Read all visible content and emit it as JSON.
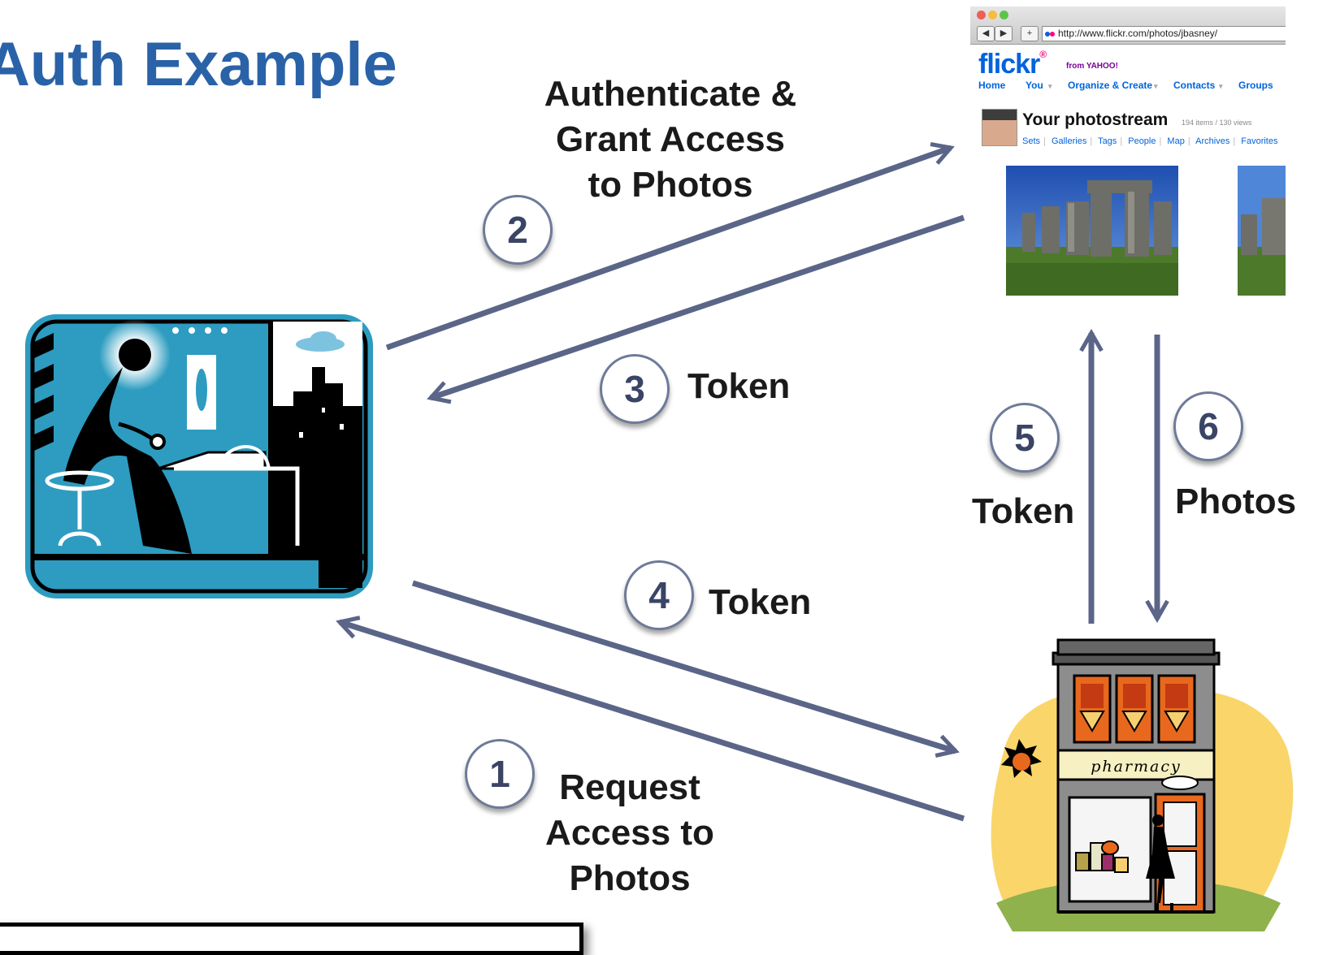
{
  "slide": {
    "title": "Auth Example"
  },
  "steps": [
    {
      "number": "1",
      "label_lines": [
        "Request",
        "Access to",
        "Photos"
      ]
    },
    {
      "number": "2",
      "label_lines": [
        "Authenticate &",
        "Grant Access",
        "to Photos"
      ]
    },
    {
      "number": "3",
      "label_lines": [
        "Token"
      ]
    },
    {
      "number": "4",
      "label_lines": [
        "Token"
      ]
    },
    {
      "number": "5",
      "label_lines": [
        "Token"
      ]
    },
    {
      "number": "6",
      "label_lines": [
        "Photos"
      ]
    }
  ],
  "browser": {
    "url": "http://www.flickr.com/photos/jbasney/",
    "logo_text": "flickr",
    "logo_suffix": "from YAHOO!",
    "nav": [
      "Home",
      "You",
      "Organize & Create",
      "Contacts",
      "Groups"
    ],
    "photostream_title": "Your photostream",
    "photostream_count": "194 items / 130 views",
    "links": [
      "Sets",
      "Galleries",
      "Tags",
      "People",
      "Map",
      "Archives",
      "Favorites"
    ]
  },
  "pharmacy": {
    "sign": "pharmacy"
  },
  "colors": {
    "title": "#2a62a8",
    "arrow": "#5a6588",
    "step_circle_border": "#6e7a99",
    "user_panel_blue": "#2d9cc0",
    "pharmacy_sun_bg": "#fad56a",
    "flickr_blue": "#0063dc",
    "flickr_pink": "#ff0084"
  }
}
